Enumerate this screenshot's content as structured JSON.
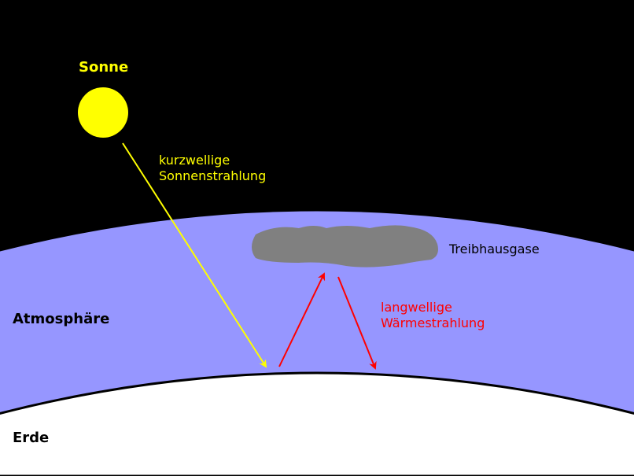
{
  "labels": {
    "sun": "Sonne",
    "shortwave_line1": "kurzwellige",
    "shortwave_line2": "Sonnenstrahlung",
    "greenhouse": "Treibhausgase",
    "atmosphere": "Atmosphäre",
    "longwave_line1": "langwellige",
    "longwave_line2": "Wärmestrahlung",
    "earth": "Erde"
  },
  "colors": {
    "space": "#000000",
    "atmosphere": "#9696ff",
    "earth": "#ffffff",
    "sun": "#ffff00",
    "cloud": "#808080",
    "shortwave": "#ffff00",
    "longwave": "#ff0000"
  }
}
